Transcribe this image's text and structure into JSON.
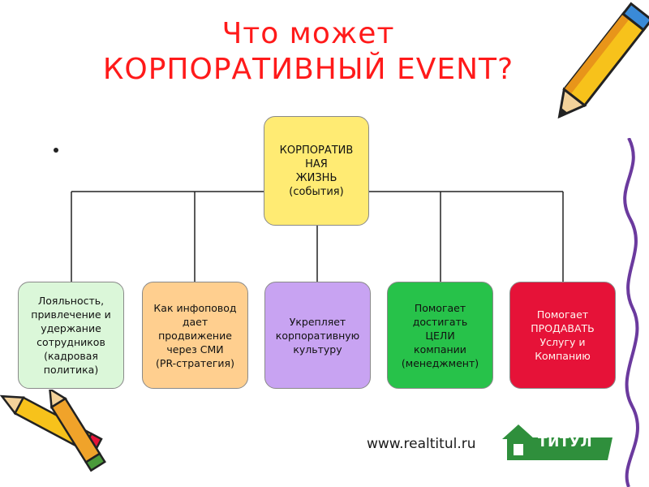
{
  "title": {
    "line1": "Что может",
    "line2": "КОРПОРАТИВНЫЙ EVENT?"
  },
  "top_box": {
    "label": "КОРПОРАТИВ\nНАЯ\nЖИЗНЬ\n(события)"
  },
  "children": [
    {
      "label": "Лояльность,\nпривлечение и\nудержание\nсотрудников\n(кадровая\nполитика)"
    },
    {
      "label": "Как инфоповод\nдает\nпродвижение\nчерез СМИ\n(PR-стратегия)"
    },
    {
      "label": "Укрепляет\nкорпоративную\nкультуру"
    },
    {
      "label": "Помогает\nдостигать\nЦЕЛИ\nкомпании\n(менеджмент)"
    },
    {
      "label": "Помогает\nПРОДАВАТЬ\nУслугу и\nКомпанию"
    }
  ],
  "footer": {
    "url": "www.realtitul.ru",
    "logo_text": "ТИТУЛ"
  },
  "colors": {
    "title": "#ff1a1a",
    "top_box": "#ffeb73",
    "child_1": "#dbf7d9",
    "child_2": "#ffcf8f",
    "child_3": "#c8a3f2",
    "child_4": "#27c24a",
    "child_5": "#e61238",
    "logo": "#2f8f3c"
  },
  "icons": [
    "pencil-icon",
    "pencil-icon",
    "pencil-icon",
    "house-logo-icon"
  ]
}
